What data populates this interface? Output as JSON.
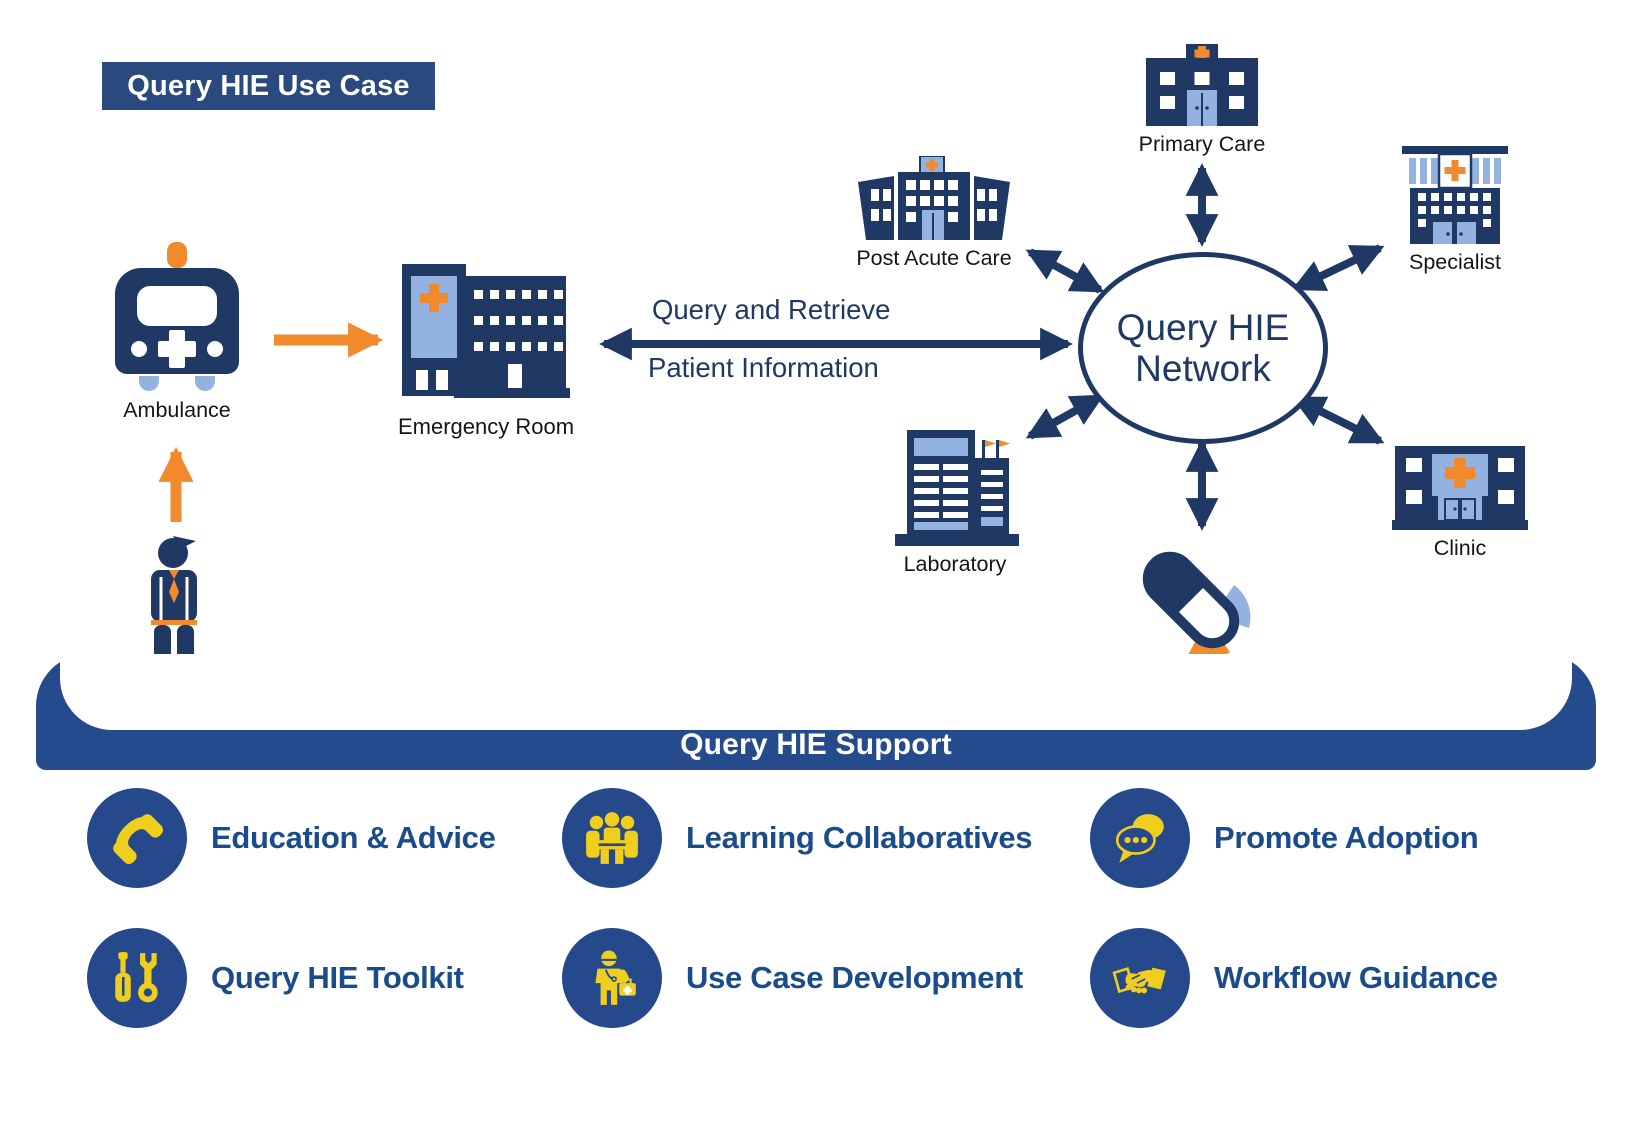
{
  "colors": {
    "deep_navy": "#1F3864",
    "brand_blue": "#29497F",
    "banner_blue": "#264B8C",
    "label_blue": "#1A4C8C",
    "yellow": "#F0CE1D",
    "orange": "#F18A2C",
    "light_blue": "#94B2DF"
  },
  "title_badge": "Query HIE Use Case",
  "use_case": {
    "ambulance_label": "Ambulance",
    "emergency_room_label": "Emergency Room",
    "query_arrow_line1": "Query and Retrieve",
    "query_arrow_line2": "Patient Information"
  },
  "network": {
    "hub_line1": "Query HIE",
    "hub_line2": "Network",
    "satellites": {
      "primary_care": "Primary Care",
      "specialist": "Specialist",
      "post_acute_care": "Post Acute Care",
      "clinic": "Clinic",
      "laboratory": "Laboratory",
      "pharmacy": "Pharmacy"
    }
  },
  "support": {
    "banner": "Query HIE Support",
    "items": [
      {
        "label": "Education & Advice",
        "icon": "phone-icon"
      },
      {
        "label": "Learning Collaboratives",
        "icon": "people-table-icon"
      },
      {
        "label": "Promote Adoption",
        "icon": "speech-bubbles-icon"
      },
      {
        "label": "Query HIE Toolkit",
        "icon": "tools-icon"
      },
      {
        "label": "Use Case Development",
        "icon": "medic-icon"
      },
      {
        "label": "Workflow Guidance",
        "icon": "handshake-icon"
      }
    ]
  }
}
